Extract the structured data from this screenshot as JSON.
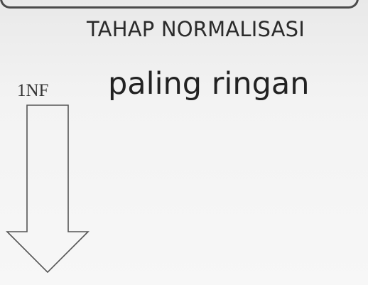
{
  "diagram": {
    "title": "TAHAP NORMALISASI",
    "level_label": "1NF",
    "description": "paling ringan"
  },
  "colors": {
    "arrow_stroke": "#555555",
    "text": "#2b2b2b",
    "frame": "#4a4a4a"
  },
  "icons": {
    "arrow": "down-arrow-icon"
  }
}
